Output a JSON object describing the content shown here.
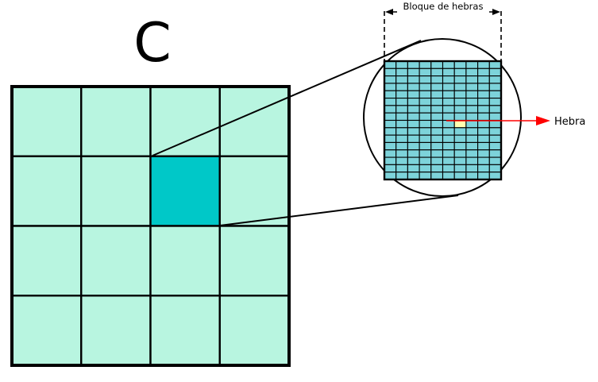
{
  "diagram": {
    "matrix_label": "C",
    "grid": {
      "rows": 4,
      "cols": 4,
      "highlight_row": 1,
      "highlight_col": 2
    },
    "block": {
      "label": "Bloque de hebras",
      "rows": 16,
      "cols": 10,
      "highlight_row": 8,
      "highlight_col": 6
    },
    "thread_label": "Hebra",
    "colors": {
      "cell": "#b8f5e0",
      "cell_highlight": "#00c8c8",
      "thread_cell": "#7dd3da",
      "thread_highlight": "#ffffb0",
      "arrow": "#ff0000",
      "line": "#000000"
    }
  }
}
